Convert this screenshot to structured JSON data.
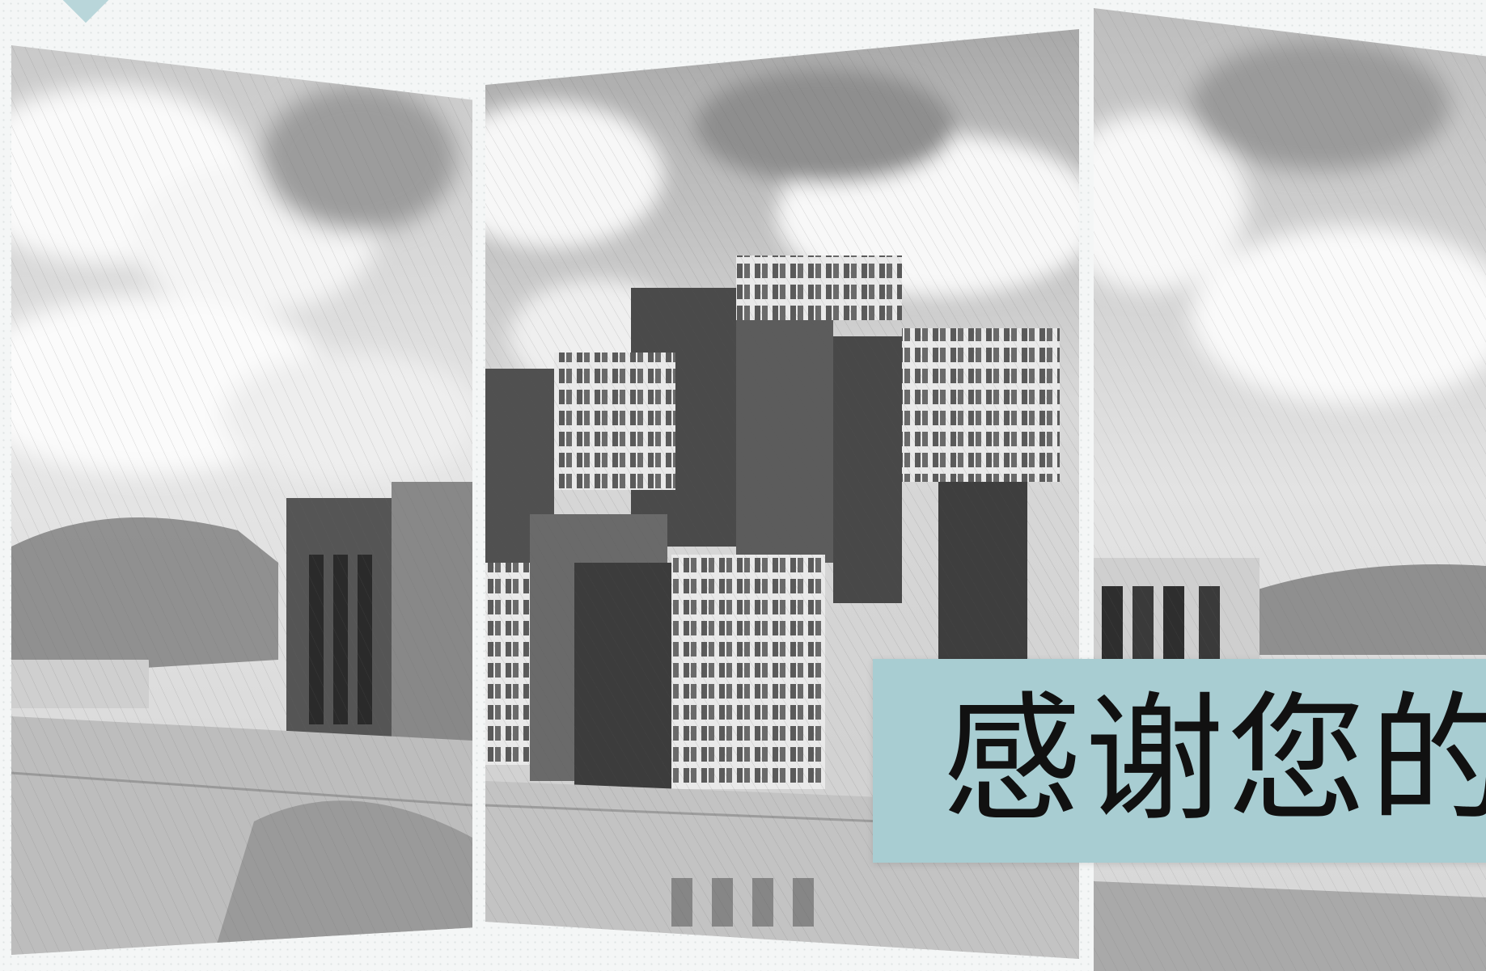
{
  "slide": {
    "thanks_text": "感谢您的"
  },
  "colors": {
    "banner_bg": "#a8cdd2",
    "accent": "#b9d6da",
    "text": "#111111"
  },
  "images": [
    {
      "name": "left-panel",
      "subject": "pencil-sketch-building-photo"
    },
    {
      "name": "center-panel",
      "subject": "pencil-sketch-building-photo"
    },
    {
      "name": "right-panel",
      "subject": "pencil-sketch-building-photo"
    }
  ]
}
